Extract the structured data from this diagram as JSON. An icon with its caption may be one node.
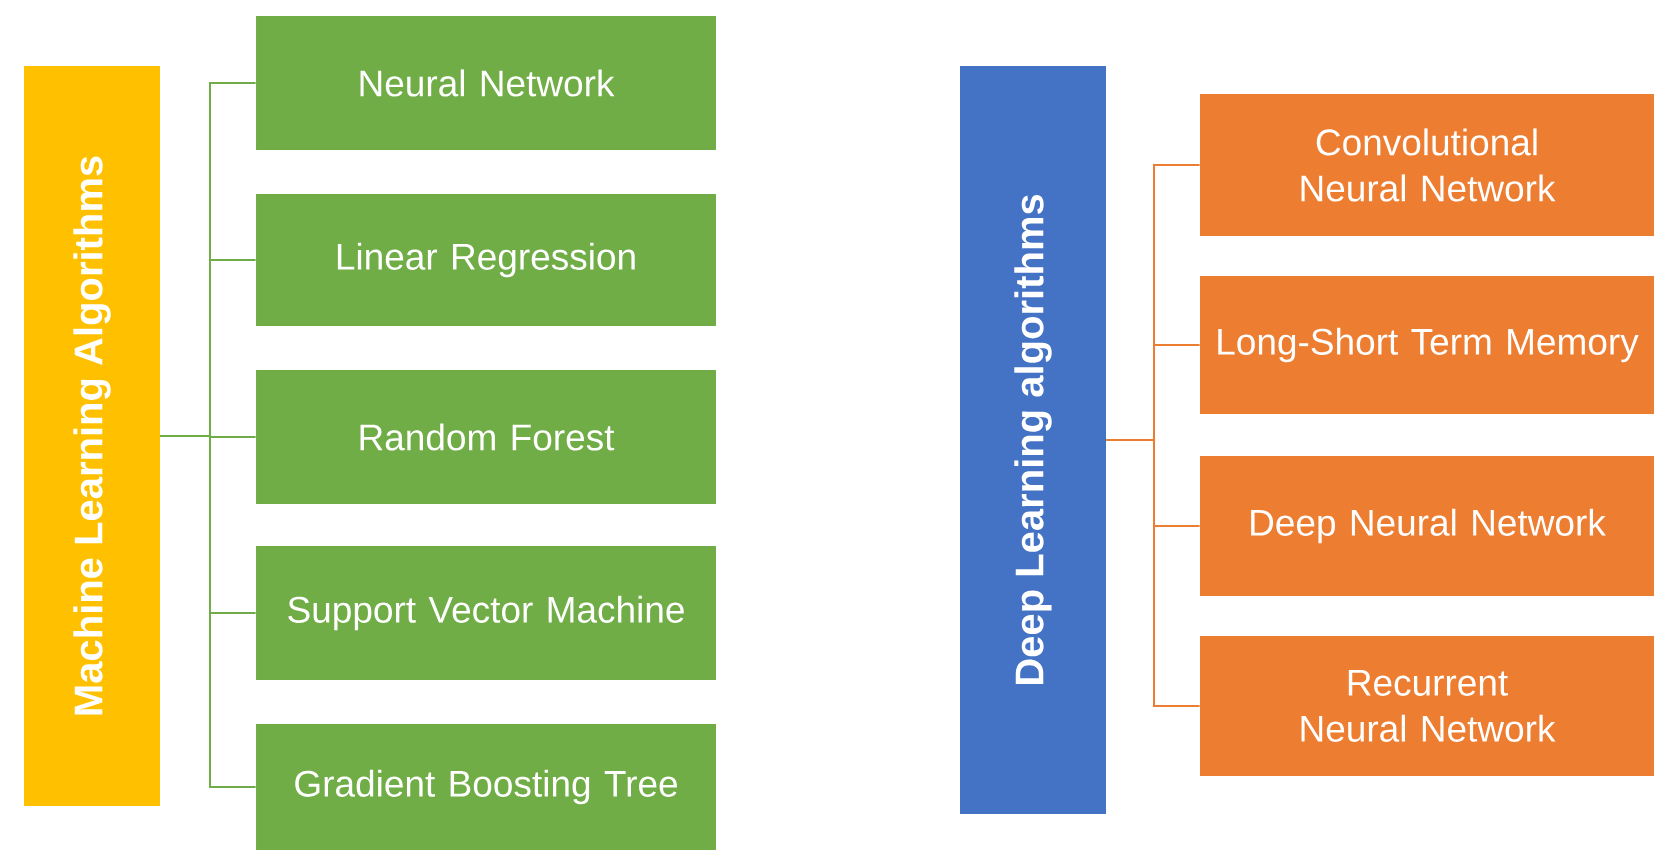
{
  "diagram": {
    "nodes": [
      {
        "text": [
          "Machine Learning Algorithms"
        ]
      },
      {
        "text": [
          "Neural Network"
        ]
      },
      {
        "text": [
          "Linear Regression"
        ]
      },
      {
        "text": [
          "Random Forest"
        ]
      },
      {
        "text": [
          "Support Vector Machine"
        ]
      },
      {
        "text": [
          "Gradient Boosting Tree"
        ]
      },
      {
        "text": [
          "Deep Learning algorithms"
        ]
      },
      {
        "text": [
          "Convolutional Neural Network"
        ]
      },
      {
        "text": [
          "Long-Short Term Memory"
        ]
      },
      {
        "text": [
          "Deep Neural Network"
        ]
      },
      {
        "text": [
          "Recurrent Neural Network"
        ]
      }
    ],
    "edges": [
      {
        "from": 0,
        "to": 1,
        "arrow": "none",
        "color": "#70ad47"
      },
      {
        "from": 0,
        "to": 2,
        "arrow": "none",
        "color": "#70ad47"
      },
      {
        "from": 0,
        "to": 3,
        "arrow": "none",
        "color": "#70ad47"
      },
      {
        "from": 0,
        "to": 4,
        "arrow": "none",
        "color": "#70ad47"
      },
      {
        "from": 0,
        "to": 5,
        "arrow": "none",
        "color": "#70ad47"
      },
      {
        "from": 6,
        "to": 7,
        "arrow": "none",
        "color": "#ed7d31"
      },
      {
        "from": 6,
        "to": 8,
        "arrow": "none",
        "color": "#ed7d31"
      },
      {
        "from": 6,
        "to": 9,
        "arrow": "none",
        "color": "#ed7d31"
      },
      {
        "from": 6,
        "to": 10,
        "arrow": "none",
        "color": "#ed7d31"
      }
    ]
  }
}
